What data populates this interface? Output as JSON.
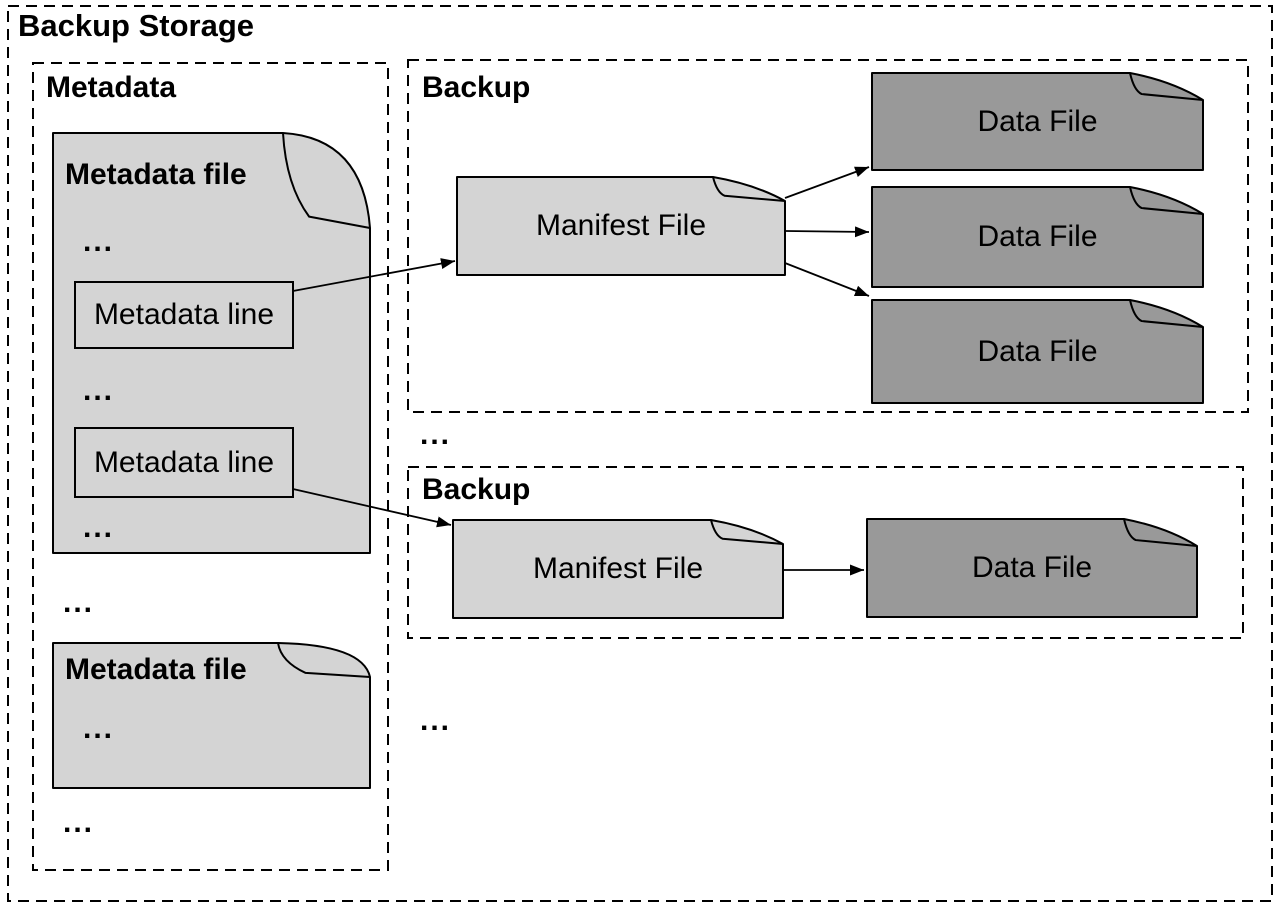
{
  "diagram": {
    "title": "Backup Storage",
    "metadata_section": {
      "label": "Metadata",
      "files": [
        {
          "title": "Metadata file",
          "ellipsis": "...",
          "lines": [
            "Metadata line",
            "Metadata line"
          ]
        },
        {
          "title": "Metadata file",
          "ellipsis": "..."
        }
      ],
      "ellipsis_between_files": "...",
      "ellipsis_after_files": "..."
    },
    "backups": [
      {
        "label": "Backup",
        "manifest_file": "Manifest File",
        "data_files": [
          "Data File",
          "Data File",
          "Data File"
        ]
      },
      {
        "label": "Backup",
        "manifest_file": "Manifest File",
        "data_files": [
          "Data File"
        ]
      }
    ],
    "ellipsis_between_backups": "...",
    "ellipsis_after_backups": "...",
    "colors": {
      "light_file_fill": "#d4d4d4",
      "dark_file_fill": "#999999",
      "stroke": "#000000",
      "background": "#ffffff"
    }
  }
}
